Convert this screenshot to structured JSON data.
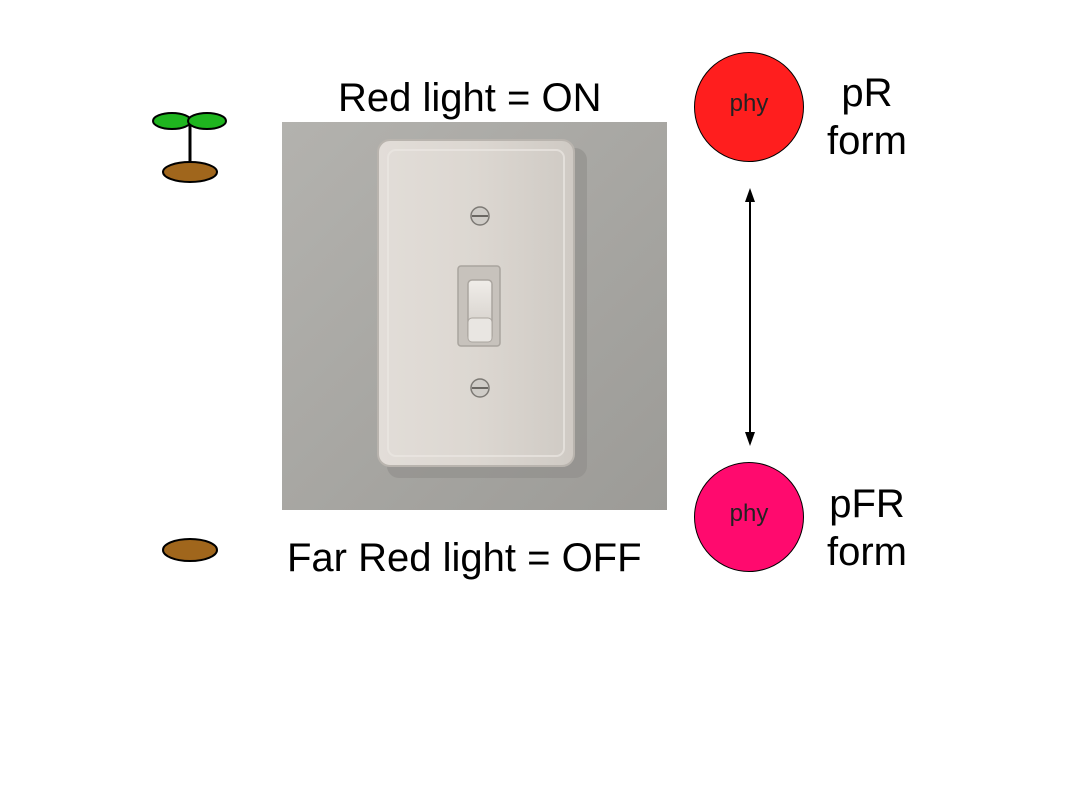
{
  "captions": {
    "red_light": "Red light = ON",
    "far_red_light": "Far Red light = OFF"
  },
  "phytochrome": {
    "pr": {
      "circle_text": "phy",
      "label_line1": "pR",
      "label_line2": "form",
      "color": "#ff1e1e"
    },
    "pfr": {
      "circle_text": "phy",
      "label_line1": "pFR",
      "label_line2": "form",
      "color": "#ff0a6e"
    }
  },
  "colors": {
    "leaf_green": "#1fb51f",
    "seed_brown": "#a0661c",
    "switch_plate": "#d9d4cf",
    "photo_background": "#a8a7a3"
  },
  "icons": {
    "sprout": "germinated-seedling-icon",
    "seed": "dormant-seed-icon",
    "switch": "light-switch-photo",
    "arrow": "double-headed-arrow-icon"
  }
}
